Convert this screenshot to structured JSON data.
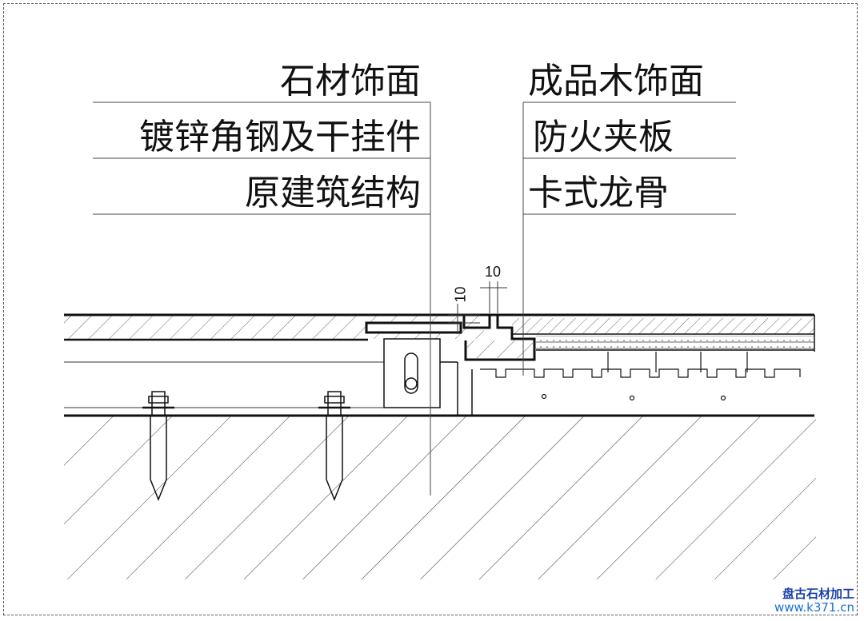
{
  "labels_left": [
    "石材饰面",
    "镀锌角钢及干挂件",
    "原建筑结构"
  ],
  "labels_right": [
    "成品木饰面",
    "防火夹板",
    "卡式龙骨"
  ],
  "dimensions": {
    "top": "10",
    "side": "10"
  },
  "watermark": {
    "title": "盘古石材加工",
    "url": "www.k371.cn"
  }
}
